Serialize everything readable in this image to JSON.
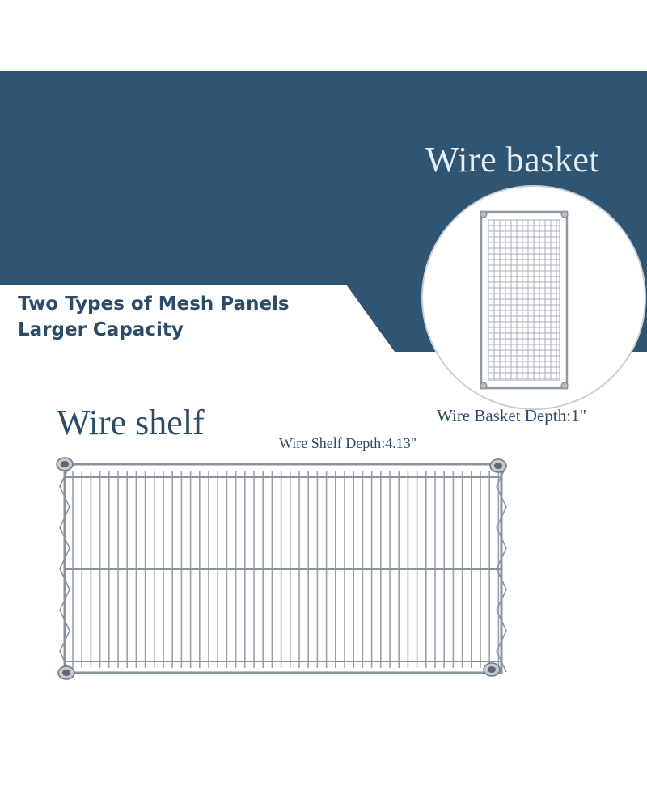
{
  "colors": {
    "banner": "#2f5573",
    "text_dark": "#2c4b68",
    "text_light": "#e6edf3",
    "wire": "#9aa3ad"
  },
  "basket": {
    "title": "Wire basket",
    "depth_label": "Wire Basket Depth:1\""
  },
  "headline": {
    "line1": "Two Types of Mesh Panels",
    "line2": "Larger Capacity"
  },
  "shelf": {
    "title": "Wire shelf",
    "depth_label": "Wire Shelf Depth:4.13\""
  }
}
